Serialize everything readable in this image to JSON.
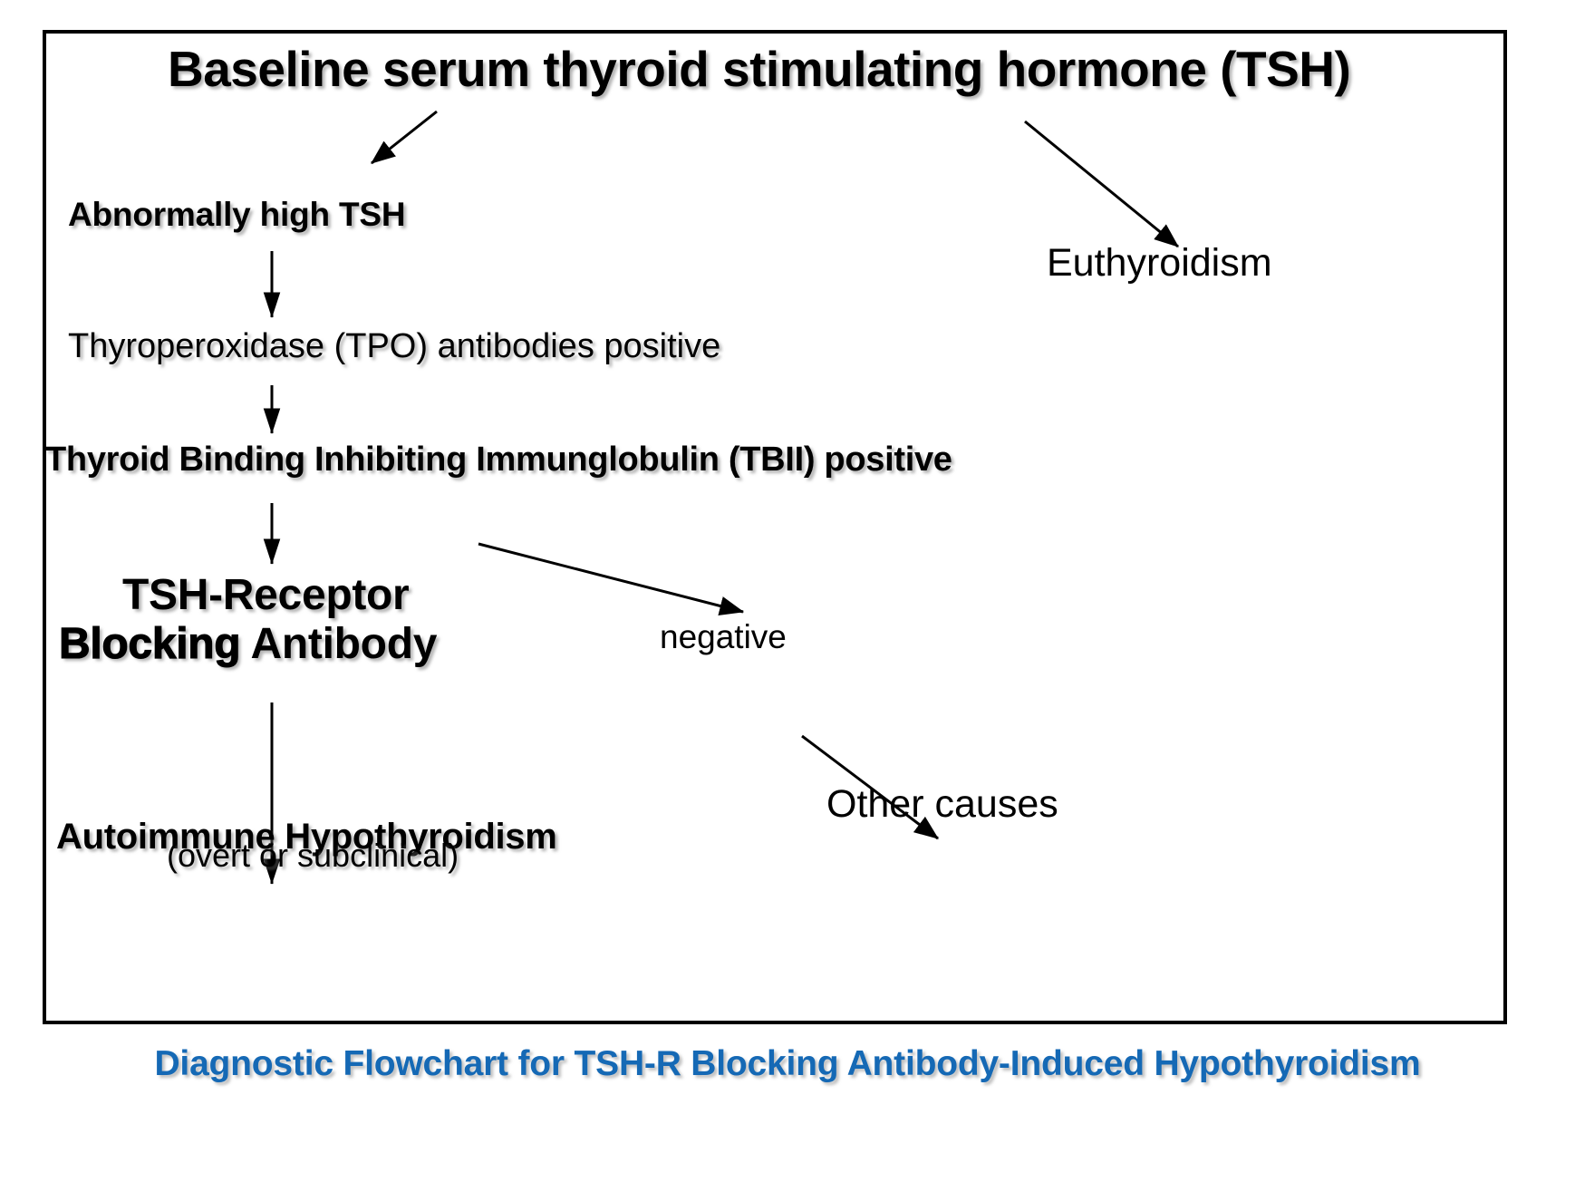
{
  "figure": {
    "kind": "diagnostic-flowchart",
    "caption": "Diagnostic Flowchart for TSH-R Blocking Antibody-Induced Hypothyroidism",
    "caption_color": "#1569b5",
    "frame_color": "#000000",
    "background": "#ffffff"
  },
  "nodes": {
    "title": "Baseline serum thyroid stimulating hormone (TSH)",
    "abnormal_tsh": "Abnormally high TSH",
    "euthyroidism": "Euthyroidism",
    "tpo": "Thyroperoxidase (TPO) antibodies positive",
    "tbii": "Thyroid Binding Inhibiting Immunglobulin (TBII) positive",
    "tshr_line1": "TSH-Receptor",
    "tshr_line2_bold": "Blocking",
    "tshr_line2_rest": " Antibody",
    "negative": "negative",
    "other_causes": "Other causes",
    "autoimmune": "Autoimmune Hypothyroidism",
    "overt_or_subclinical": "(overt or subclinical)"
  },
  "chart_data": {
    "type": "flowchart",
    "title": "Diagnostic Flowchart for TSH-R Blocking Antibody-Induced Hypothyroidism",
    "nodes": [
      {
        "id": "baseline_tsh",
        "label": "Baseline serum thyroid stimulating hormone (TSH)",
        "style": "bold-large"
      },
      {
        "id": "abnormal_tsh",
        "label": "Abnormally high TSH",
        "style": "bold"
      },
      {
        "id": "euthyroidism",
        "label": "Euthyroidism",
        "style": "regular"
      },
      {
        "id": "tpo",
        "label": "Thyroperoxidase (TPO) antibodies positive",
        "style": "regular"
      },
      {
        "id": "tbii",
        "label": "Thyroid Binding Inhibiting Immunglobulin (TBII) positive",
        "style": "bold"
      },
      {
        "id": "tshr_blocking_ab",
        "label": "TSH-Receptor Blocking Antibody",
        "style": "bold-large"
      },
      {
        "id": "negative",
        "label": "negative",
        "style": "regular-small"
      },
      {
        "id": "other_causes",
        "label": "Other causes",
        "style": "regular"
      },
      {
        "id": "autoimmune_hypothyroidism",
        "label": "Autoimmune Hypothyroidism (overt or subclinical)",
        "style": "bold"
      }
    ],
    "edges": [
      {
        "from": "baseline_tsh",
        "to": "abnormal_tsh",
        "label": "",
        "direction": "down-left"
      },
      {
        "from": "baseline_tsh",
        "to": "euthyroidism",
        "label": "",
        "direction": "down-right"
      },
      {
        "from": "abnormal_tsh",
        "to": "tpo",
        "label": "",
        "direction": "down"
      },
      {
        "from": "tpo",
        "to": "tbii",
        "label": "",
        "direction": "down"
      },
      {
        "from": "tbii",
        "to": "tshr_blocking_ab",
        "label": "",
        "direction": "down"
      },
      {
        "from": "tbii",
        "to": "negative",
        "label": "",
        "direction": "down-right"
      },
      {
        "from": "negative",
        "to": "other_causes",
        "label": "",
        "direction": "down-right"
      },
      {
        "from": "tshr_blocking_ab",
        "to": "autoimmune_hypothyroidism",
        "label": "",
        "direction": "down"
      }
    ],
    "legend": [],
    "annotations": [
      "negative"
    ]
  }
}
